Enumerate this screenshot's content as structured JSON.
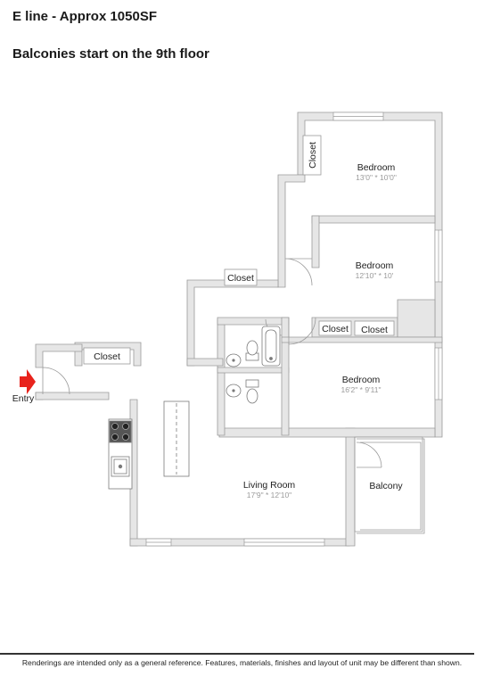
{
  "header": {
    "title": "E line - Approx 1050SF",
    "subtitle": "Balconies start on the 9th floor"
  },
  "rooms": [
    {
      "name": "Bedroom",
      "dims": "13'0\" * 10'0\""
    },
    {
      "name": "Bedroom",
      "dims": "12'10\" * 10'"
    },
    {
      "name": "Bedroom",
      "dims": "16'2\" * 9'11\""
    },
    {
      "name": "Living Room",
      "dims": "17'9\" * 12'10\""
    },
    {
      "name": "Balcony",
      "dims": ""
    }
  ],
  "closets": [
    "Closet",
    "Closet",
    "Closet",
    "Closet",
    "Closet"
  ],
  "entry": {
    "label": "Entry",
    "arrow_color": "#e8231c"
  },
  "colors": {
    "wall": "#e6e6e6",
    "wall_edge": "#9a9a9a",
    "fixture": "#7a7a7a"
  },
  "footer": "Renderings are intended only as a general reference. Features, materials, finishes and layout of unit may be different than shown."
}
